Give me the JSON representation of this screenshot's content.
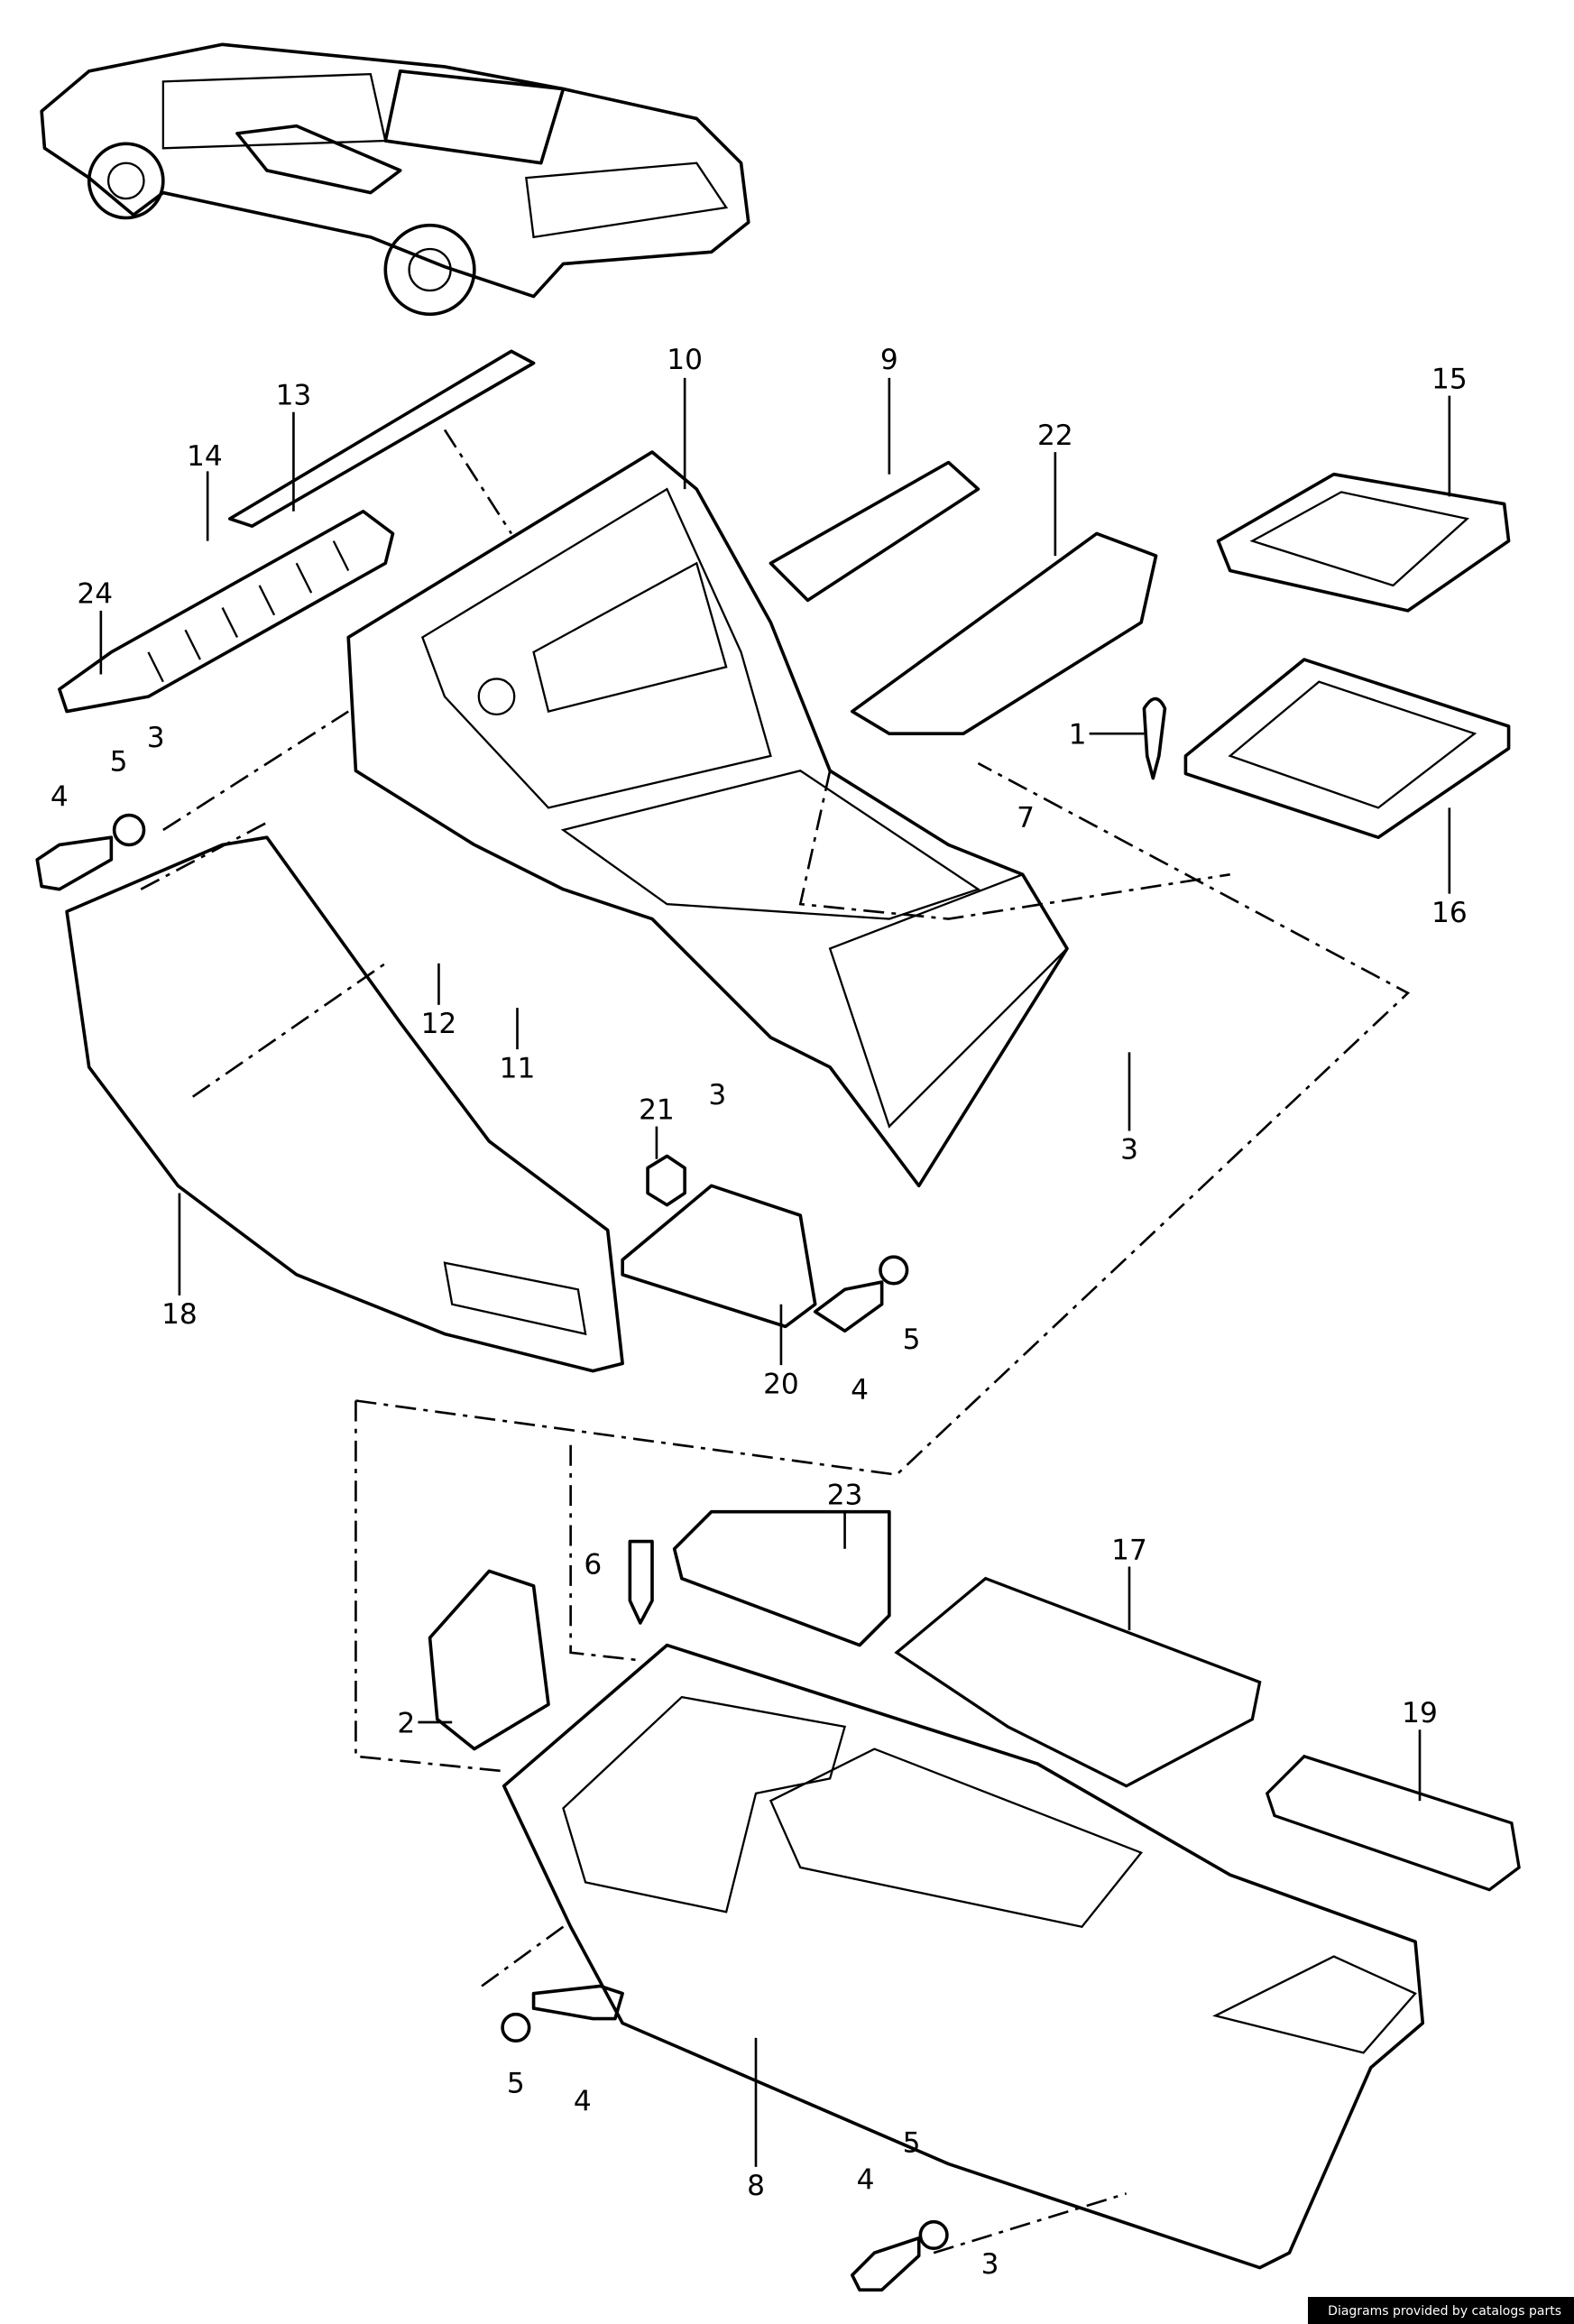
{
  "diagram": {
    "title": "Center console parts diagram",
    "callouts": [
      "10",
      "9",
      "22",
      "15",
      "13",
      "14",
      "24",
      "3",
      "5",
      "4",
      "1",
      "7",
      "16",
      "12",
      "11",
      "21",
      "3",
      "3",
      "18",
      "20",
      "5",
      "4",
      "23",
      "6",
      "17",
      "2",
      "19",
      "5",
      "4",
      "8",
      "5",
      "4",
      "3"
    ]
  },
  "footer": {
    "credit": "Diagrams provided by catalogs parts"
  }
}
